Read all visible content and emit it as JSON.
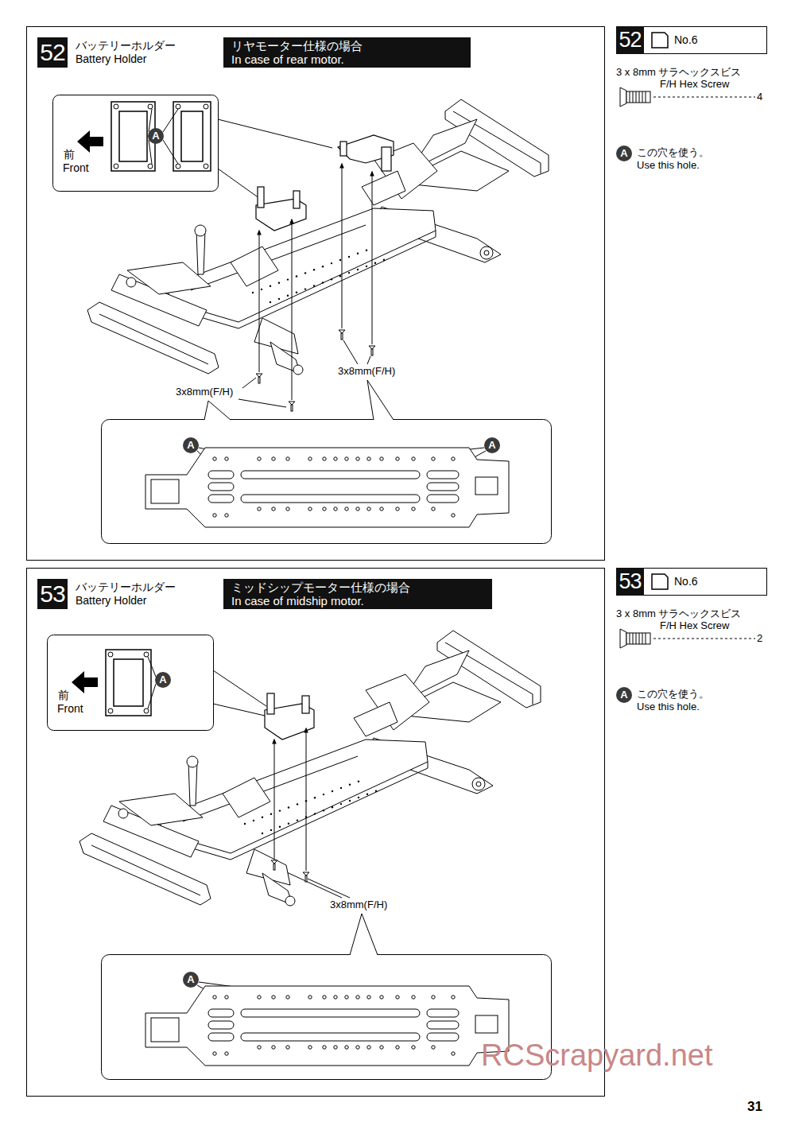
{
  "diagram": {
    "nodes": [
      {
        "text": [
          "52"
        ]
      },
      {
        "text": [
          "リヤモーター仕様の場合",
          "In case of rear motor."
        ]
      },
      {
        "text": [
          "A"
        ]
      },
      {
        "text": [
          "A"
        ]
      },
      {
        "text": [
          "A"
        ]
      },
      {
        "text": [
          "52"
        ]
      },
      {
        "text": [
          "A"
        ]
      },
      {
        "text": [
          "53"
        ]
      },
      {
        "text": [
          "ミッドシップモーター仕様の場合",
          "In case of midship motor."
        ]
      },
      {
        "text": [
          "A"
        ]
      },
      {
        "text": [
          "A"
        ]
      },
      {
        "text": [
          "53"
        ]
      },
      {
        "text": [
          "A"
        ]
      }
    ],
    "labels": [
      "バッテリーホルダー",
      "Battery Holder",
      "No.6",
      "3 x 8mm サラヘックスビス",
      "F/H Hex Screw",
      "4",
      "この穴を使う。",
      "Use this hole.",
      "前",
      "Front",
      "3x8mm(F/H)",
      "3x8mm(F/H)",
      "バッテリーホルダー",
      "Battery Holder",
      "No.6",
      "3 x 8mm サラヘックスビス",
      "F/H Hex Screw",
      "2",
      "この穴を使う。",
      "Use this hole.",
      "前",
      "Front",
      "3x8mm(F/H)",
      "31",
      "RCScrapyard.net"
    ]
  }
}
